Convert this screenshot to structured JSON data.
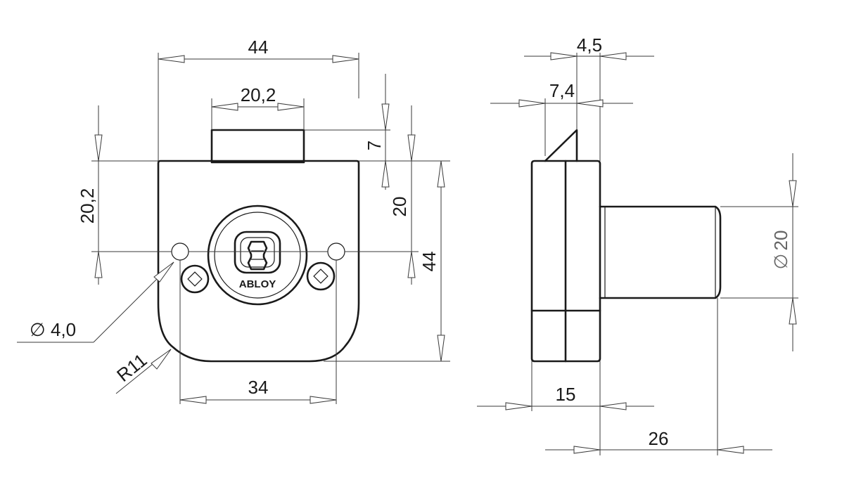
{
  "front_view": {
    "dim_overall_width": "44",
    "dim_bolt_width": "20,2",
    "dim_bolt_throw": "7",
    "dim_hole_height": "20,2",
    "dim_center_height": "20",
    "dim_overall_height": "44",
    "dim_hole_diameter_symbol": "∅",
    "dim_hole_diameter": "4,0",
    "dim_corner_radius": "R11",
    "dim_hole_spacing": "34",
    "brand_logo": "ABLOY"
  },
  "side_view": {
    "dim_plate_thickness": "4,5",
    "dim_bolt_depth": "7,4",
    "dim_cylinder_diameter_symbol": "∅",
    "dim_cylinder_diameter": "20",
    "dim_body_depth": "15",
    "dim_cylinder_length": "26"
  },
  "colors": {
    "line": "#1a1a1a",
    "dimension": "#3a3a3a",
    "grey_label": "#666666",
    "background": "#ffffff"
  }
}
